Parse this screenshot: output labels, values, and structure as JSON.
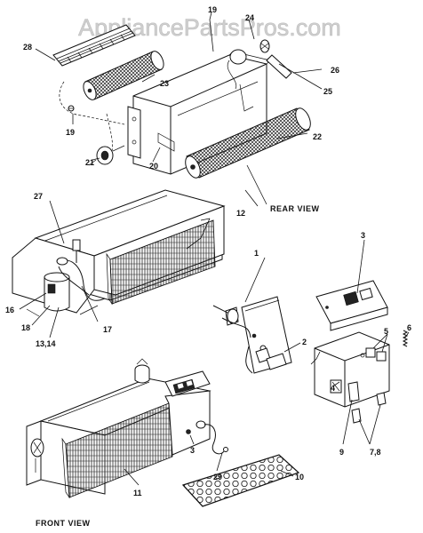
{
  "watermark": "AppliancePartsPros.com",
  "labels": {
    "rear_view": "REAR VIEW",
    "front_view": "FRONT VIEW"
  },
  "callouts": {
    "c1": "1",
    "c2": "2",
    "c3a": "3",
    "c3b": "3",
    "c4": "4",
    "c5": "5",
    "c6": "6",
    "c78": "7,8",
    "c9": "9",
    "c10": "10",
    "c11": "11",
    "c12": "12",
    "c1314": "13,14",
    "c16": "16",
    "c17": "17",
    "c18": "18",
    "c19a": "19",
    "c19b": "19",
    "c20": "20",
    "c21": "21",
    "c22": "22",
    "c23": "23",
    "c24": "24",
    "c25": "25",
    "c26": "26",
    "c27": "27",
    "c28": "28",
    "c29": "29"
  }
}
